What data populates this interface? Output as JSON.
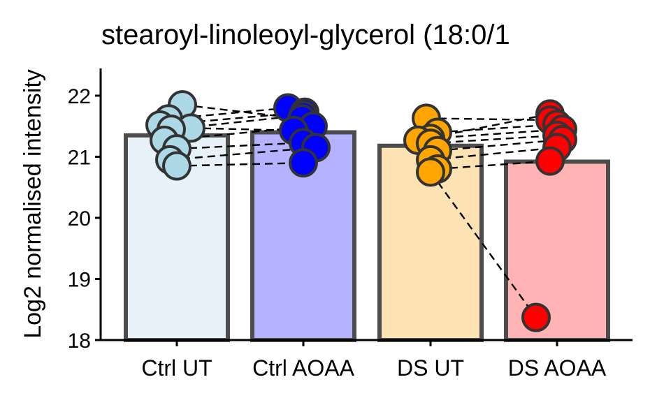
{
  "chart_data": {
    "type": "bar",
    "title": "stearoyl-linoleoyl-glycerol (18:0/1",
    "xlabel": "",
    "ylabel": "Log2 normalised intensity",
    "ylim": [
      18,
      22.45
    ],
    "yticks": [
      18,
      19,
      20,
      21,
      22
    ],
    "ytick_labels": [
      "18",
      "19",
      "20",
      "21",
      "22"
    ],
    "categories": [
      "Ctrl UT",
      "Ctrl AOAA",
      "DS UT",
      "DS AOAA"
    ],
    "values": [
      21.35,
      21.4,
      21.18,
      20.92
    ],
    "bar_colors": [
      "#e6f2f8",
      "#b3b3ff",
      "#fde3b3",
      "#ffb3b3"
    ],
    "point_colors": [
      "#add8e6",
      "#0000ff",
      "#ffa500",
      "#ff0000"
    ],
    "bar_outline_color": "#4d4d4d",
    "grid": false,
    "legend": "none",
    "points": [
      [
        21.85,
        21.62,
        21.52,
        21.47,
        21.45,
        21.27,
        21.13,
        20.95,
        20.85
      ],
      [
        21.8,
        21.73,
        21.68,
        21.62,
        21.5,
        21.43,
        21.23,
        21.15,
        20.9
      ],
      [
        21.63,
        21.4,
        21.3,
        21.27,
        21.22,
        21.1,
        20.95,
        20.8,
        20.75
      ],
      [
        21.7,
        21.6,
        21.53,
        21.45,
        21.35,
        21.28,
        21.15,
        20.93,
        18.37
      ]
    ],
    "pair_lines": [
      {
        "from_group": 0,
        "to_group": 1,
        "pairs": [
          [
            21.85,
            21.62
          ],
          [
            21.62,
            21.8
          ],
          [
            21.52,
            21.73
          ],
          [
            21.47,
            21.43
          ],
          [
            21.45,
            21.68
          ],
          [
            21.27,
            21.5
          ],
          [
            21.13,
            21.23
          ],
          [
            20.95,
            21.15
          ],
          [
            20.85,
            20.9
          ]
        ]
      },
      {
        "from_group": 2,
        "to_group": 3,
        "pairs": [
          [
            21.63,
            21.6
          ],
          [
            21.4,
            21.53
          ],
          [
            21.3,
            21.45
          ],
          [
            21.27,
            21.7
          ],
          [
            21.22,
            21.35
          ],
          [
            21.1,
            21.28
          ],
          [
            20.95,
            21.15
          ],
          [
            20.8,
            20.93
          ],
          [
            20.75,
            18.37
          ]
        ]
      }
    ]
  }
}
